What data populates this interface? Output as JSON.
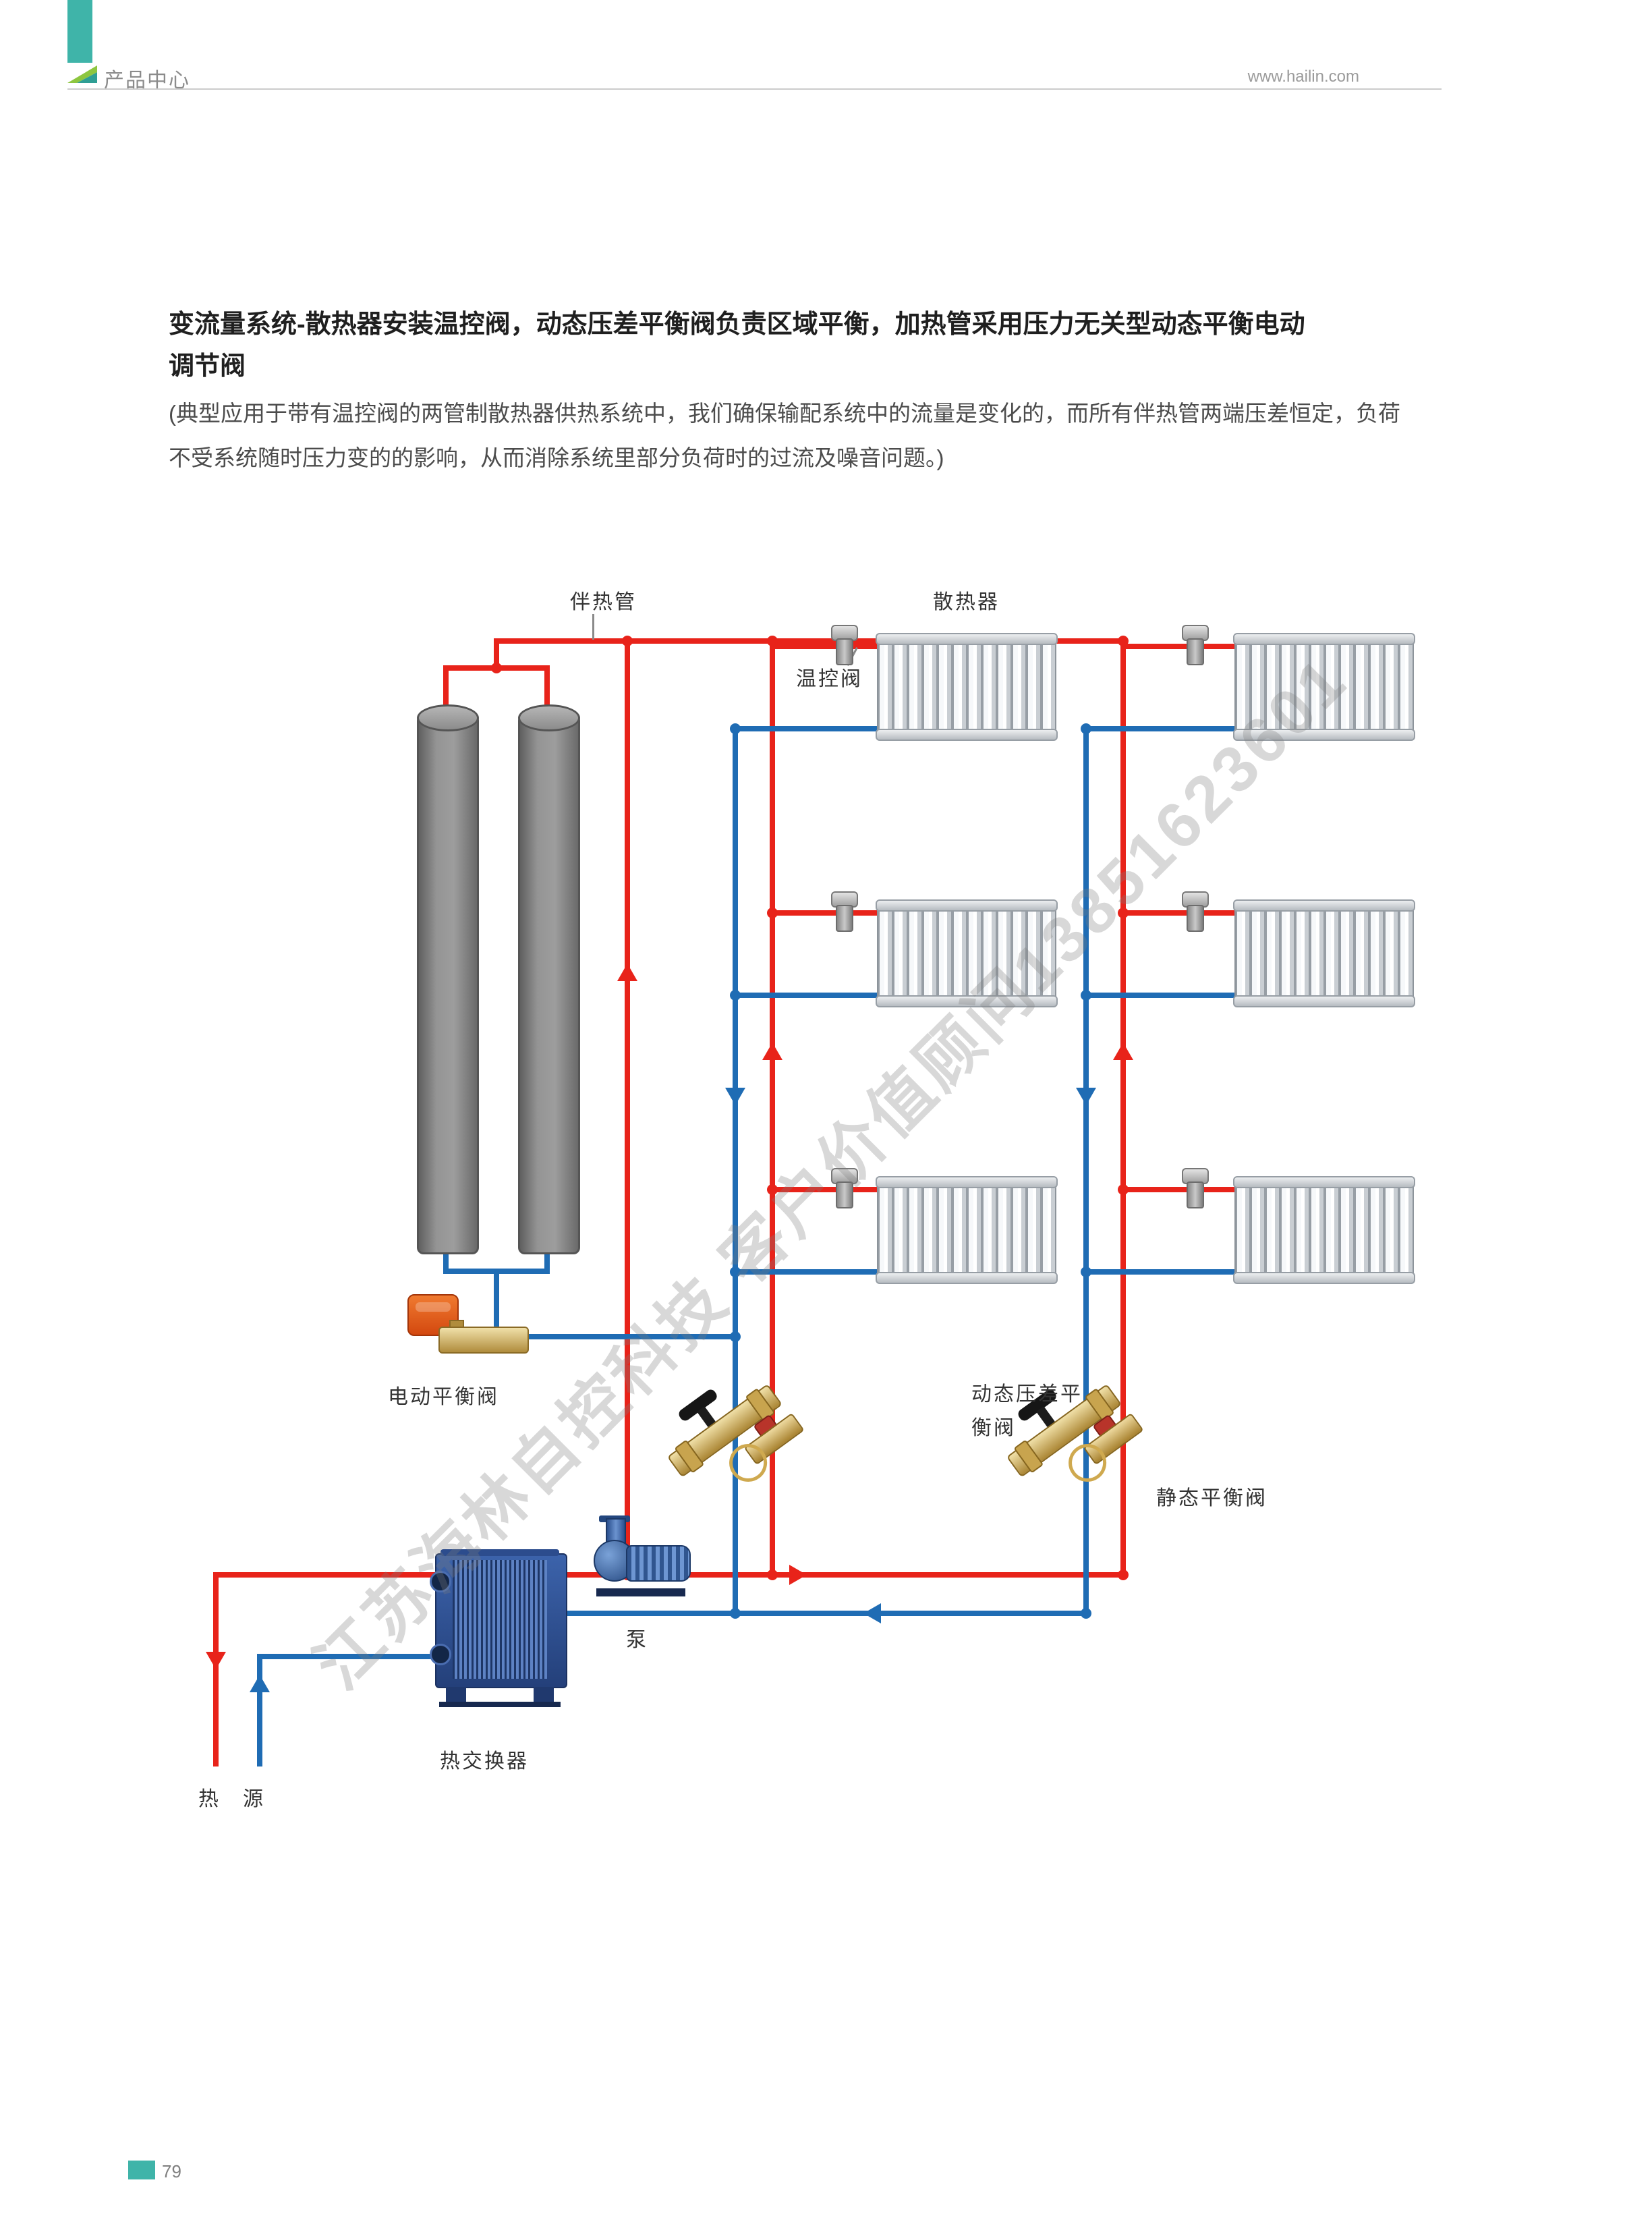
{
  "header": {
    "section": "产品中心",
    "url": "www.hailin.com"
  },
  "title": {
    "line1": "变流量系统-散热器安装温控阀，动态压差平衡阀负责区域平衡，加热管采用压力无关型动态平衡电动",
    "line2": "调节阀"
  },
  "description": {
    "line1": "(典型应用于带有温控阀的两管制散热器供热系统中，我们确保输配系统中的流量是变化的，而所有伴热管两端压差恒定，负荷",
    "line2": "不受系统随时压力变的的影响，从而消除系统里部分负荷时的过流及噪音问题。)"
  },
  "diagram": {
    "labels": {
      "heat_tracing_pipe": "伴热管",
      "radiator": "散热器",
      "thermostatic_valve": "温控阀",
      "electric_balancing_valve": "电动平衡阀",
      "dynamic_dp_balancing_valve": "动态压差平\n衡阀",
      "static_balancing_valve": "静态平衡阀",
      "pump": "泵",
      "heat_exchanger": "热交换器",
      "heat_source": "热　源"
    },
    "colors": {
      "supply_red": "#e8231a",
      "return_blue": "#1f6cb4",
      "accent_teal": "#3fb4a9"
    }
  },
  "watermark": {
    "text": "江苏海林自控科技 客户价值顾问13851623601"
  },
  "footer": {
    "page_number": "79"
  }
}
